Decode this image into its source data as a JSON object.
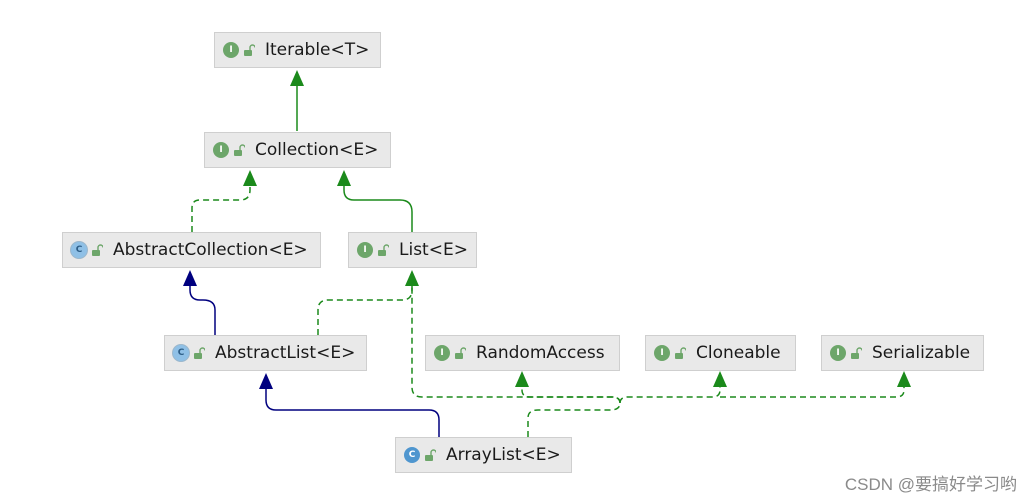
{
  "colors": {
    "node_bg": "#e9e9e9",
    "node_border": "#cfcfcf",
    "interface_badge": "#6da66a",
    "class_badge": "#4f96cf",
    "implements_edge": "#1b8a1b",
    "extends_interface_edge": "#1b8a1b",
    "extends_class_edge": "#00007f"
  },
  "nodes": {
    "iterable": {
      "label": "Iterable<T>",
      "badge": "I",
      "kind": "interface",
      "icon": "interface-icon"
    },
    "collection": {
      "label": "Collection<E>",
      "badge": "I",
      "kind": "interface",
      "icon": "interface-icon"
    },
    "abstractcollection": {
      "label": "AbstractCollection<E>",
      "badge": "C",
      "kind": "abstract",
      "icon": "abstract-class-icon"
    },
    "list": {
      "label": "List<E>",
      "badge": "I",
      "kind": "interface",
      "icon": "interface-icon"
    },
    "abstractlist": {
      "label": "AbstractList<E>",
      "badge": "C",
      "kind": "abstract",
      "icon": "abstract-class-icon"
    },
    "randomaccess": {
      "label": "RandomAccess",
      "badge": "I",
      "kind": "interface",
      "icon": "interface-icon"
    },
    "cloneable": {
      "label": "Cloneable",
      "badge": "I",
      "kind": "interface",
      "icon": "interface-icon"
    },
    "serializable": {
      "label": "Serializable",
      "badge": "I",
      "kind": "interface",
      "icon": "interface-icon"
    },
    "arraylist": {
      "label": "ArrayList<E>",
      "badge": "C",
      "kind": "class",
      "icon": "class-icon"
    }
  },
  "edges": [
    {
      "from": "collection",
      "to": "iterable",
      "style": "solid",
      "relation": "extends"
    },
    {
      "from": "abstractcollection",
      "to": "collection",
      "style": "dashed",
      "relation": "implements"
    },
    {
      "from": "list",
      "to": "collection",
      "style": "solid",
      "relation": "extends"
    },
    {
      "from": "abstractlist",
      "to": "abstractcollection",
      "style": "solid",
      "relation": "extends-class"
    },
    {
      "from": "abstractlist",
      "to": "list",
      "style": "dashed",
      "relation": "implements"
    },
    {
      "from": "arraylist",
      "to": "abstractlist",
      "style": "solid",
      "relation": "extends-class"
    },
    {
      "from": "arraylist",
      "to": "list",
      "style": "dashed",
      "relation": "implements"
    },
    {
      "from": "arraylist",
      "to": "randomaccess",
      "style": "dashed",
      "relation": "implements"
    },
    {
      "from": "arraylist",
      "to": "cloneable",
      "style": "dashed",
      "relation": "implements"
    },
    {
      "from": "arraylist",
      "to": "serializable",
      "style": "dashed",
      "relation": "implements"
    }
  ],
  "watermark": "CSDN @要搞好学习哟"
}
